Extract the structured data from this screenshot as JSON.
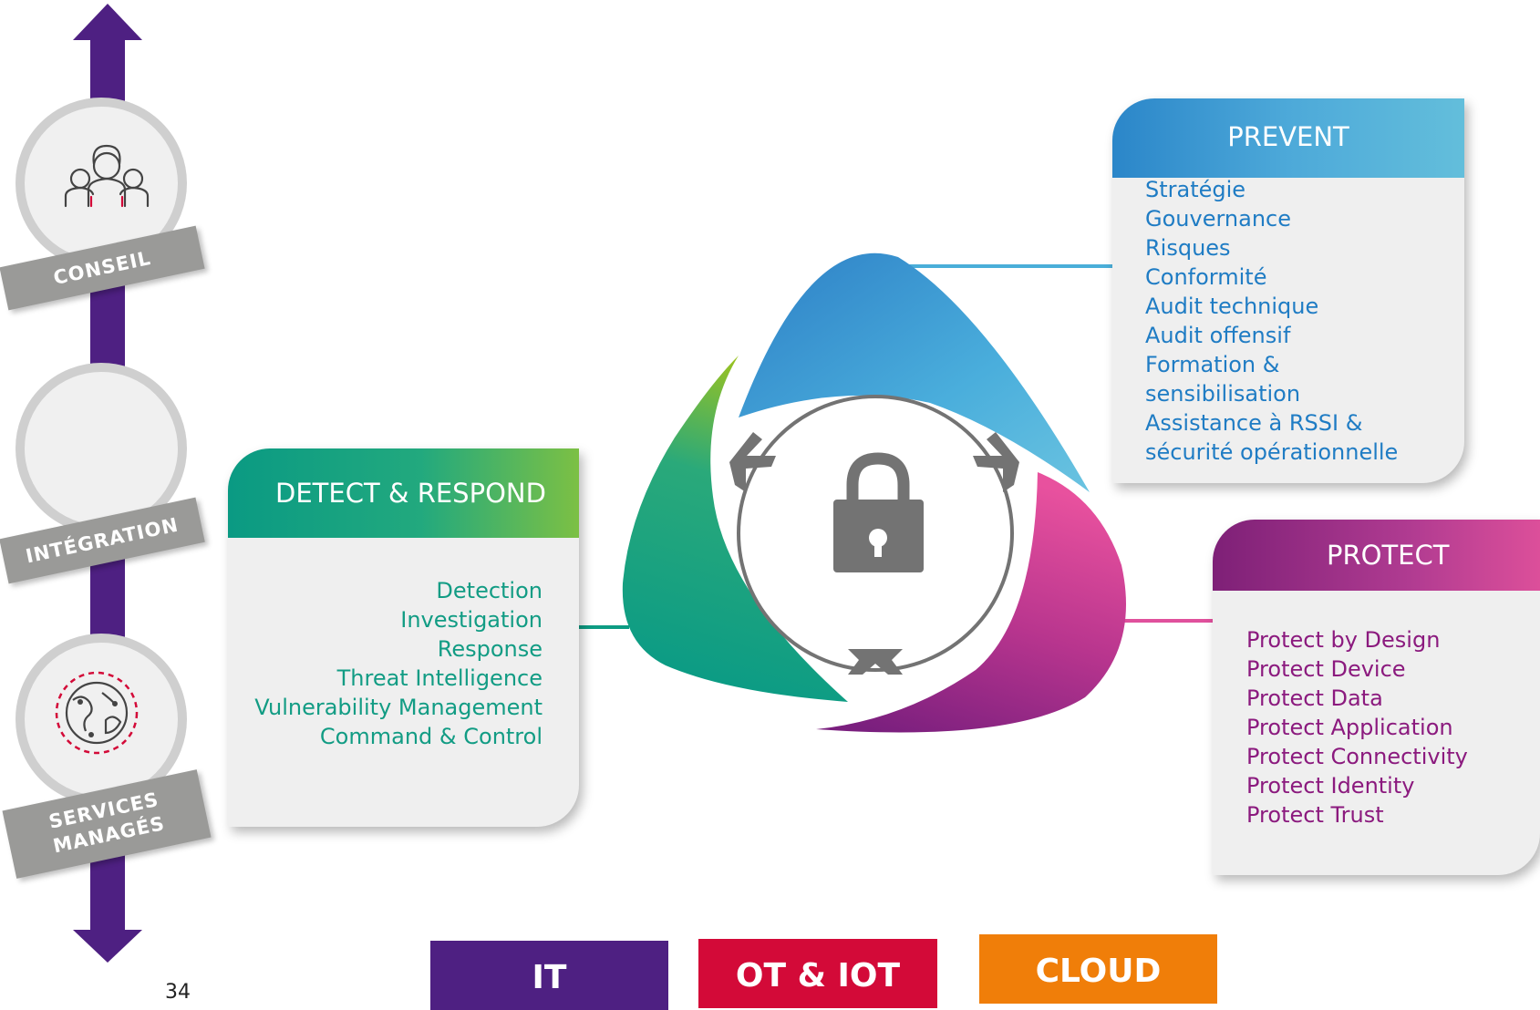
{
  "left_axis": {
    "tags": [
      {
        "label": "CONSEIL"
      },
      {
        "label": "INTÉGRATION"
      },
      {
        "label_line1": "SERVICES",
        "label_line2": "MANAGÉS"
      }
    ]
  },
  "detect_card": {
    "title": "DETECT & RESPOND",
    "items": [
      "Detection",
      "Investigation",
      "Response",
      "Threat Intelligence",
      "Vulnerability Management",
      "Command & Control"
    ]
  },
  "prevent_card": {
    "title": "PREVENT",
    "items": [
      "Stratégie",
      "Gouvernance",
      "Risques",
      "Conformité",
      "Audit technique",
      "Audit offensif",
      "Formation &",
      "sensibilisation",
      "Assistance à RSSI &",
      "sécurité opérationnelle"
    ]
  },
  "protect_card": {
    "title": "PROTECT",
    "items": [
      "Protect by Design",
      "Protect Device",
      "Protect Data",
      "Protect Application",
      "Protect Connectivity",
      "Protect Identity",
      "Protect Trust"
    ]
  },
  "environments": {
    "it": "IT",
    "ot_iot": "OT &  IOT",
    "cloud": "CLOUD"
  },
  "icons": [
    "people-group-icon",
    "globe-network-icon",
    "padlock-icon",
    "inward-arrow-icon"
  ],
  "colors": {
    "axis_purple": "#4e2082",
    "prevent_blue": "#2b86c9",
    "detect_green": "#0a9a83",
    "protect_magenta": "#8b1a7e",
    "ot_red": "#d30a38",
    "cloud_orange": "#f07e09",
    "tag_grey": "#9a9a98"
  },
  "page_number": "34"
}
